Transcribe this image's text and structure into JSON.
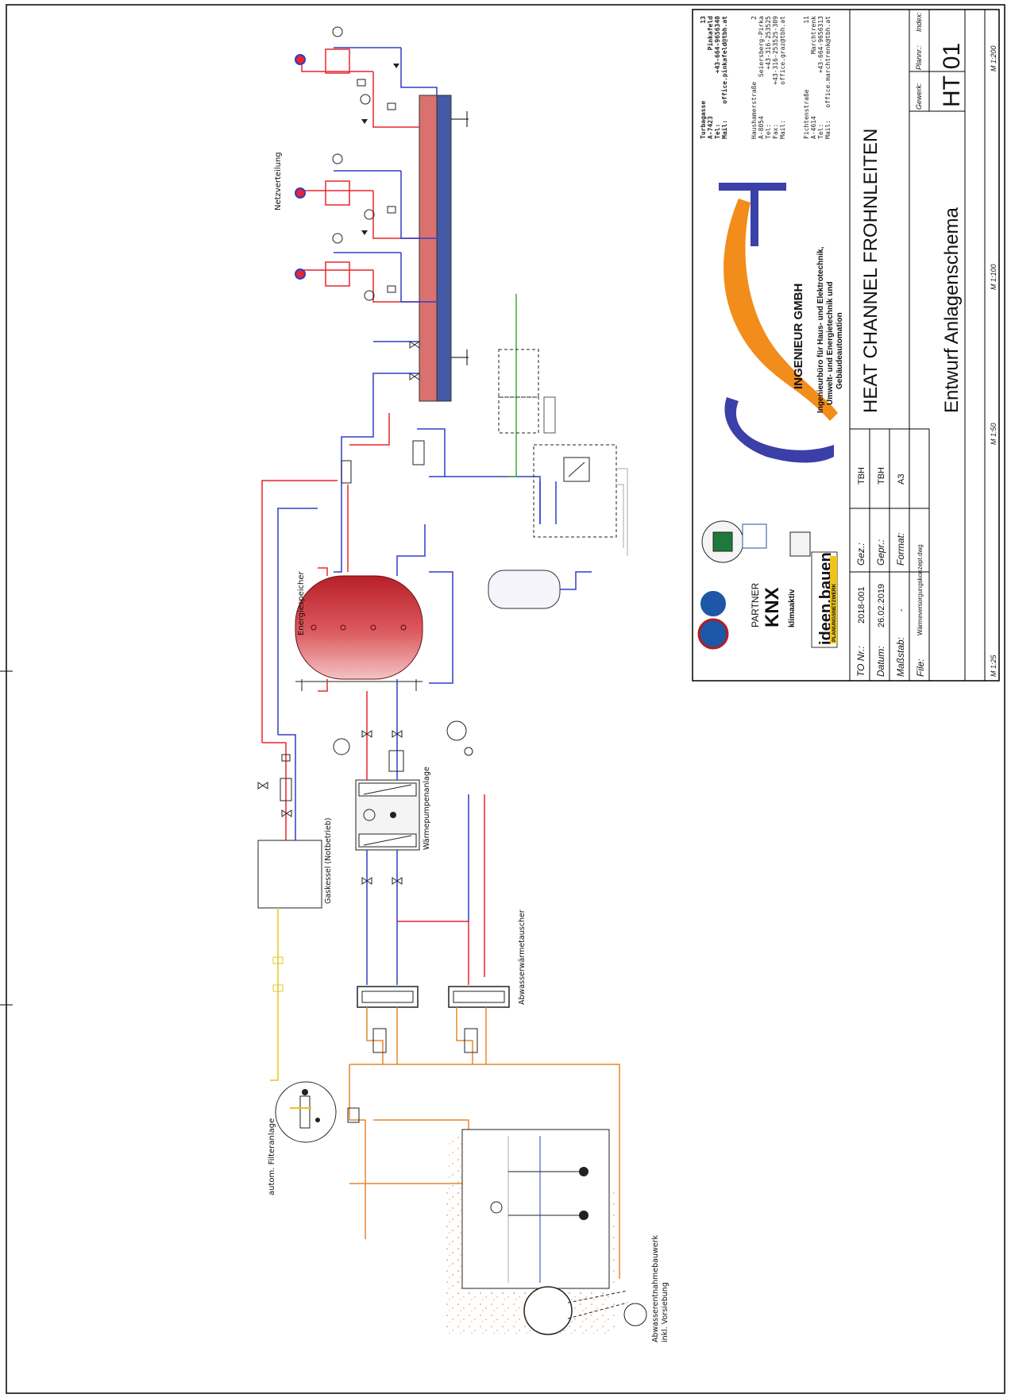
{
  "labels": {
    "netzverteilung": "Netzverteilung",
    "energiespeicher": "Energiespeicher",
    "waermepumpe": "Wärmepumpenanlage",
    "gaskessel": "Gaskessel (Notbetrieb)",
    "abwasser_wt": "Abwasserwärmetauscher",
    "filteranlage": "autom. Filteranlage",
    "entnahme_1": "Abwasserentnahmebauwerk",
    "entnahme_2": "inkl. Vorsiebung"
  },
  "company": {
    "brand": "TBH",
    "name": "INGENIEUR GMBH",
    "desc_1": "Ingenieurbüro für Haus- und Elektrotechnik,",
    "desc_2": "Umwelt- und Energietechnik und",
    "desc_3": "Gebäudeautomation",
    "offices": [
      {
        "street": "Turbagasse",
        "no": "13",
        "plz": "A-7423",
        "city": "Pinkafeld",
        "tel": "Tel:",
        "tel_val": "+43-664-9656340",
        "extra": "",
        "extra_val": "",
        "mail": "Mail:",
        "mail_val": "office.pinkafeld@tbh.at"
      },
      {
        "street": "Haushamerstraße",
        "no": "2",
        "plz": "A-8054",
        "city": "Seiersberg-Pirka",
        "tel": "Tel:",
        "tel_val": "+43-316-253525",
        "extra": "Fax:",
        "extra_val": "+43-316-253525-309",
        "mail": "Mail:",
        "mail_val": "office.graz@tbh.at"
      },
      {
        "street": "Fichtenstraße",
        "no": "11",
        "plz": "A-4614",
        "city": "Marchtrenk",
        "tel": "Tel:",
        "tel_val": "+43-664-9656313",
        "extra": "",
        "extra_val": "",
        "mail": "Mail:",
        "mail_val": "office.marchtrenk@tbh.at"
      }
    ]
  },
  "logos": {
    "partner": "PARTNER",
    "knx": "KNX",
    "klimaaktiv": "klimaaktiv",
    "ideen": "ideen.bauen",
    "ideen_sub": "PLANUNGSNETZWERK"
  },
  "titleblock": {
    "project": "HEAT CHANNEL FROHNLEITEN",
    "drawing": "Entwurf Anlagenschema",
    "to_label": "TO Nr.:",
    "to_value": "2018-001",
    "gez_label": "Gez.:",
    "gez_value": "TBH",
    "datum_label": "Datum:",
    "datum_value": "26.02.2019",
    "gepr_label": "Gepr.:",
    "gepr_value": "TBH",
    "massstab_label": "Maßstab:",
    "massstab_value": "-",
    "format_label": "Format:",
    "format_value": "A3",
    "file_label": "File:",
    "file_value": "Wärmeversorgungskonzept.dwg",
    "gewerk_label": "Gewerk:",
    "plannr_label": "Plannr.:",
    "index_label": "Index:",
    "plan_code": "HT 01",
    "scales": [
      "M 1:25",
      "M 1:50",
      "M 1:100",
      "M 1:200"
    ]
  },
  "colors": {
    "supply": "#e8262b",
    "return": "#2f3ec9",
    "wastewater": "#e8872c",
    "gas": "#e8c422",
    "potable": "#3caa3c",
    "tank_main": "#c9252d",
    "header_red": "#d9726e",
    "header_blue": "#4659a6"
  }
}
